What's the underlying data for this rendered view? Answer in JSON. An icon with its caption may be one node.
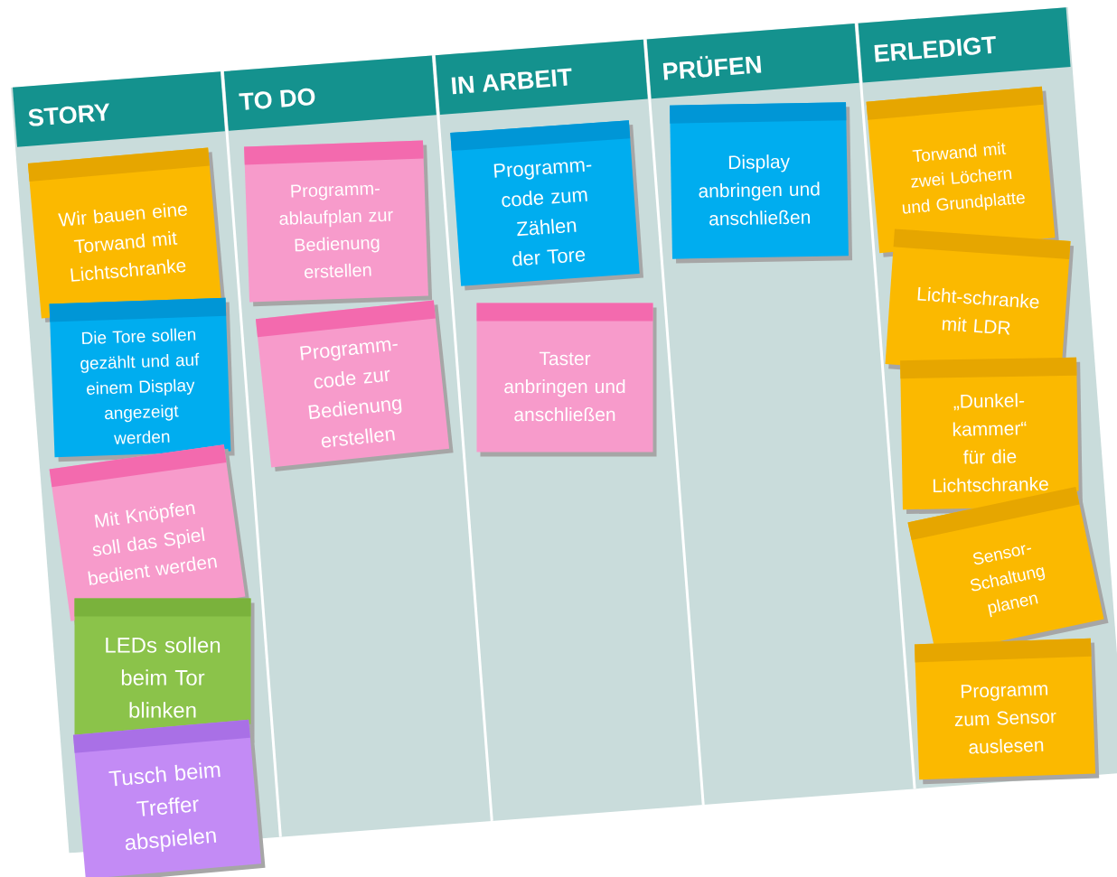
{
  "diagram": {
    "nodes": [
      {
        "text": [
          "STORY"
        ]
      },
      {
        "text": [
          "TO DO"
        ]
      },
      {
        "text": [
          "IN ARBEIT"
        ]
      },
      {
        "text": [
          "PRÜFEN"
        ]
      },
      {
        "text": [
          "ERLEDIGT"
        ]
      },
      {
        "text": [
          "Wir bauen eine Torwand mit Lichtschranke"
        ]
      },
      {
        "text": [
          "Die Tore sollen gezählt und auf einem Display angezeigt werden"
        ]
      },
      {
        "text": [
          "Mit Knöpfen soll das Spiel bedient werden"
        ]
      },
      {
        "text": [
          "LEDs sollen beim Tor blinken"
        ]
      },
      {
        "text": [
          "Tusch beim Treffer abspielen"
        ]
      },
      {
        "text": [
          "Programm-ablaufplan zur Bedienung erstellen"
        ]
      },
      {
        "text": [
          "Programm-code zur Bedienung erstellen"
        ]
      },
      {
        "text": [
          "Programm-code zum Zählen der Tore"
        ]
      },
      {
        "text": [
          "Taster anbringen und anschließen"
        ]
      },
      {
        "text": [
          "Display anbringen und anschließen"
        ]
      },
      {
        "text": [
          "Torwand mit zwei Löchern und Grundplatte"
        ]
      },
      {
        "text": [
          "Licht-schranke mit LDR"
        ]
      },
      {
        "text": [
          "„Dunkel-kammer“ für die Lichtschranke"
        ]
      },
      {
        "text": [
          "Sensor-Schaltung planen"
        ]
      },
      {
        "text": [
          "Programm zum Sensor auslesen"
        ]
      }
    ]
  }
}
